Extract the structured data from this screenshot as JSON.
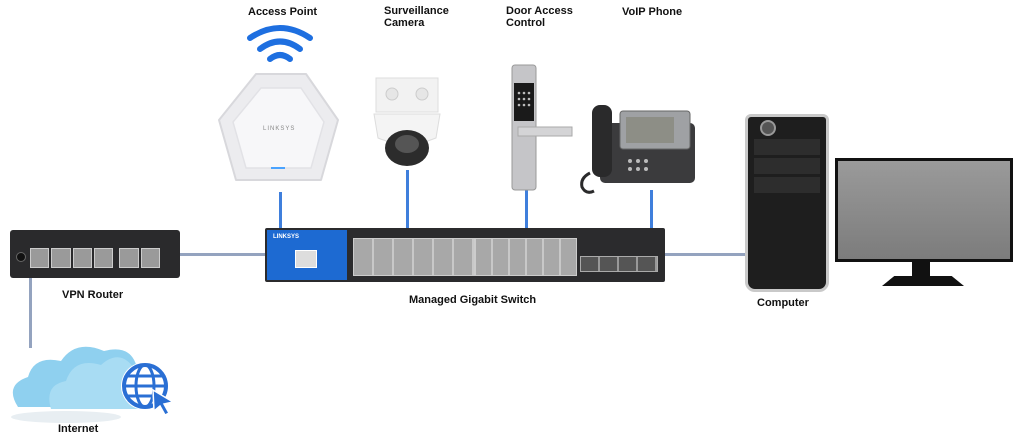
{
  "title": "Small Business Network Diagram",
  "colors": {
    "uplink_line": "#3f7fdc",
    "backbone_line": "#94a3bf",
    "switch_blue": "#1d6ad2",
    "wifi_blue": "#1e6fe0",
    "cloud_blue": "#8fd0ef",
    "globe_blue": "#2a6fd4"
  },
  "devices": {
    "access_point": {
      "label": "Access Point",
      "brand": "LINKSYS"
    },
    "camera": {
      "label_line1": "Surveillance",
      "label_line2": "Camera"
    },
    "door": {
      "label_line1": "Door Access",
      "label_line2": "Control"
    },
    "phone": {
      "label": "VoIP Phone"
    },
    "router": {
      "label": "VPN Router"
    },
    "switch": {
      "label": "Managed Gigabit Switch",
      "brand": "LINKSYS"
    },
    "computer": {
      "label": "Computer"
    },
    "internet": {
      "label": "Internet"
    }
  }
}
